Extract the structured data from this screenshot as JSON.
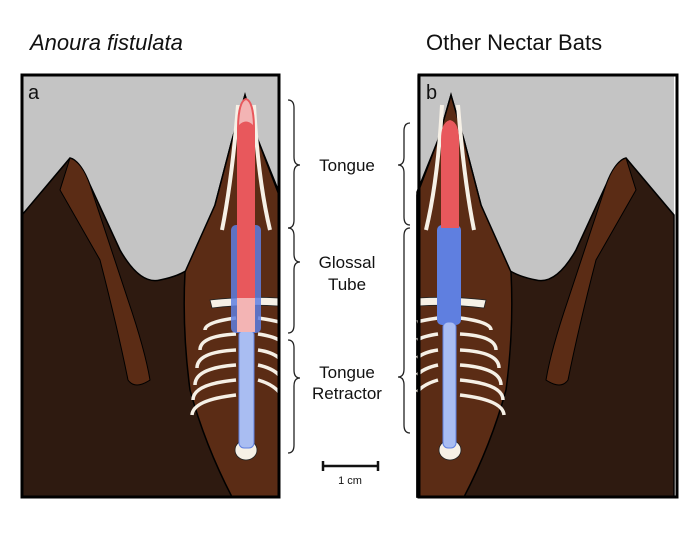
{
  "titles": {
    "a": "Anoura fistulata",
    "b": "Other Nectar Bats"
  },
  "panels": {
    "a": "a",
    "b": "b"
  },
  "labels": {
    "tongue": "Tongue",
    "glossal_1": "Glossal",
    "glossal_2": "Tube",
    "retractor_1": "Tongue",
    "retractor_2": "Retractor"
  },
  "scale_bar": "1 cm",
  "colors": {
    "background": "#c4c4c4",
    "wing": "#2e1a10",
    "body": "#5b2c15",
    "tongue": "#e8585c",
    "tongue_tip": "#f3b4b4",
    "glossal_tube": "#5f7fe0",
    "retractor": "#a9bdf2",
    "bone": "#f6f0e6"
  }
}
